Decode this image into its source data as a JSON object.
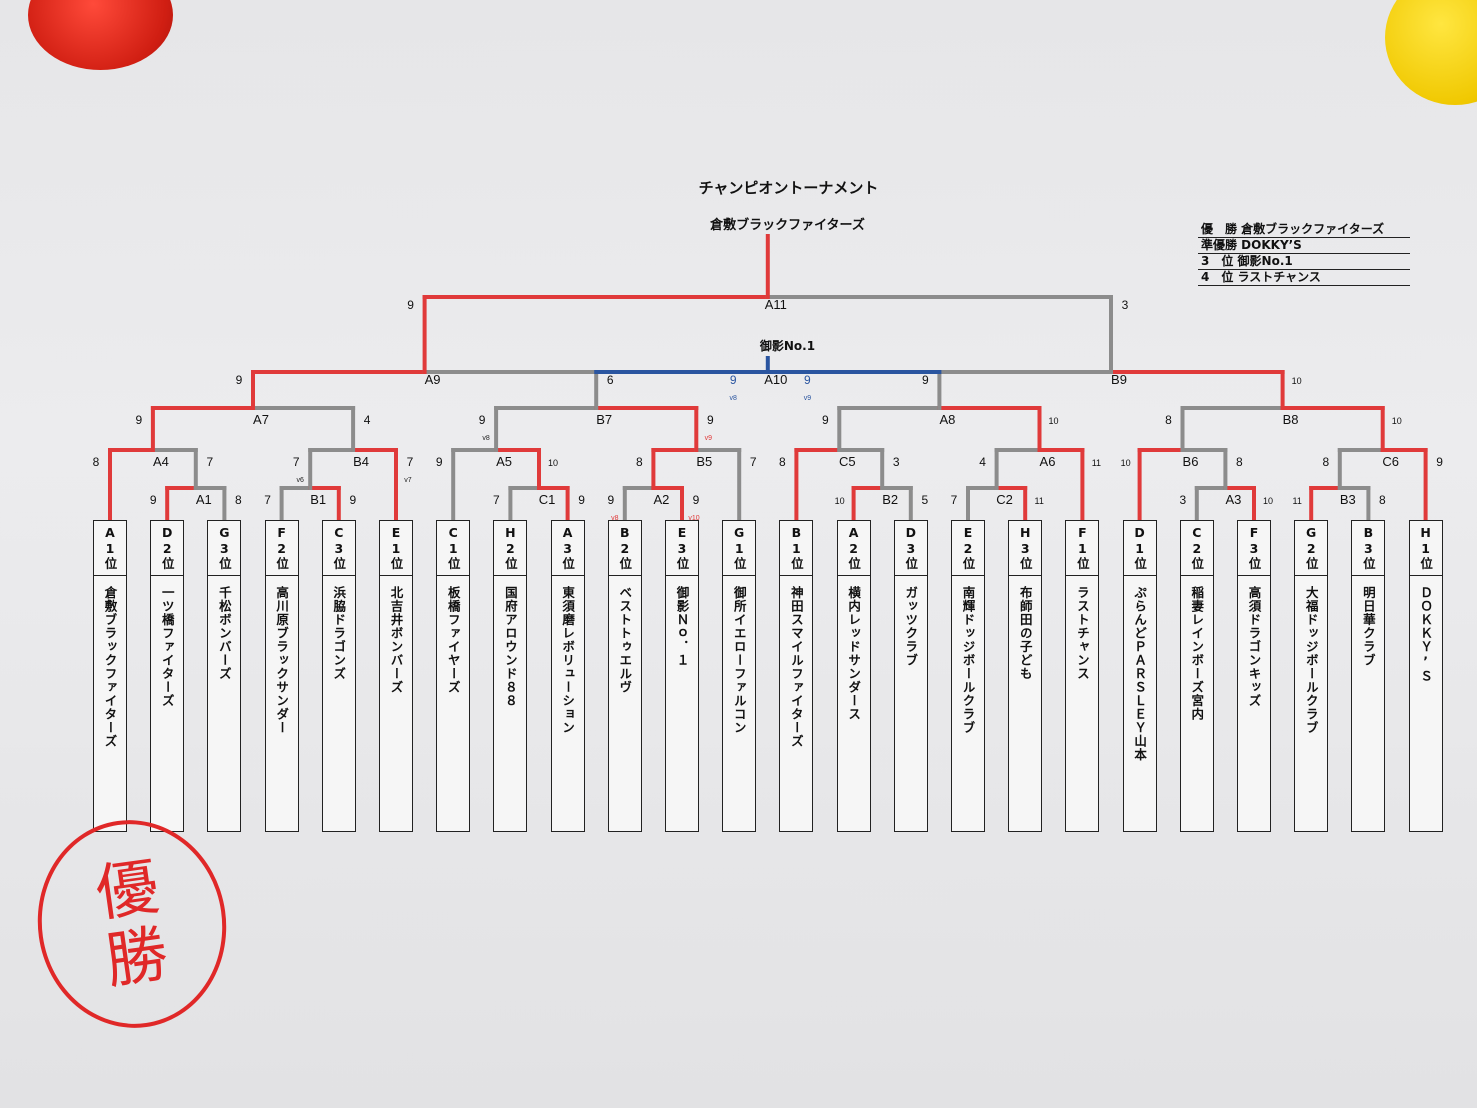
{
  "title": "チャンピオントーナメント",
  "champion": "倉敷ブラックファイターズ",
  "third_place_winner": "御影No.1",
  "stamp": [
    "優",
    "勝"
  ],
  "legend": [
    "優　勝 倉敷ブラックファイターズ",
    "準優勝 DOKKY’S",
    " 3　位 御影No.1",
    " 4　位 ラストチャンス"
  ],
  "colors": {
    "win": "#e03a3a",
    "lose": "#8c8c8c",
    "third": "#2a55a0"
  },
  "teams": [
    {
      "id": "t1",
      "seed": "A1位",
      "name": "倉敷ブラックファイターズ"
    },
    {
      "id": "t2",
      "seed": "D2位",
      "name": "一ツ橋ファイターズ"
    },
    {
      "id": "t3",
      "seed": "G3位",
      "name": "千松ボンバーズ"
    },
    {
      "id": "t4",
      "seed": "F2位",
      "name": "高川原ブラックサンダー"
    },
    {
      "id": "t5",
      "seed": "C3位",
      "name": "浜脇ドラゴンズ"
    },
    {
      "id": "t6",
      "seed": "E1位",
      "name": "北吉井ボンバーズ"
    },
    {
      "id": "t7",
      "seed": "C1位",
      "name": "板橋ファイヤーズ"
    },
    {
      "id": "t8",
      "seed": "H2位",
      "name": "国府アロウンド８８"
    },
    {
      "id": "t9",
      "seed": "A3位",
      "name": "東須磨レボリューション"
    },
    {
      "id": "t10",
      "seed": "B2位",
      "name": "ベストトゥエルヴ"
    },
    {
      "id": "t11",
      "seed": "E3位",
      "name": "御影Ｎｏ．１"
    },
    {
      "id": "t12",
      "seed": "G1位",
      "name": "御所イエローファルコン"
    },
    {
      "id": "t13",
      "seed": "B1位",
      "name": "神田スマイルファイターズ"
    },
    {
      "id": "t14",
      "seed": "A2位",
      "name": "横内レッドサンダース"
    },
    {
      "id": "t15",
      "seed": "D3位",
      "name": "ガッツクラブ"
    },
    {
      "id": "t16",
      "seed": "E2位",
      "name": "南輝ドッジボールクラブ"
    },
    {
      "id": "t17",
      "seed": "H3位",
      "name": "布師田の子ども"
    },
    {
      "id": "t18",
      "seed": "F1位",
      "name": "ラストチャンス"
    },
    {
      "id": "t19",
      "seed": "D1位",
      "name": "ぷらんどＰＡＲＳＬＥＹ山本"
    },
    {
      "id": "t20",
      "seed": "C2位",
      "name": "稲妻レインボーズ宮内"
    },
    {
      "id": "t21",
      "seed": "F3位",
      "name": "高須ドラゴンキッズ"
    },
    {
      "id": "t22",
      "seed": "G2位",
      "name": "大福ドッジボールクラブ"
    },
    {
      "id": "t23",
      "seed": "B3位",
      "name": "明日華クラブ"
    },
    {
      "id": "t24",
      "seed": "H1位",
      "name": "ＤＯＫＫＹ’Ｓ"
    }
  ],
  "matches": [
    {
      "label": "A1",
      "left": "t2",
      "right": "t3",
      "score_left": "9",
      "score_right": "8",
      "winner": "left"
    },
    {
      "label": "B1",
      "left": "t4",
      "right": "t5",
      "score_left": "7",
      "score_right": "9",
      "winner": "right"
    },
    {
      "label": "C1",
      "left": "t8",
      "right": "t9",
      "score_left": "7",
      "score_right": "9",
      "winner": "right"
    },
    {
      "label": "A2",
      "left": "t10",
      "right": "t11",
      "score_left": "9",
      "score_right": "9",
      "note_left": "v8",
      "note_right": "v10",
      "note_color": "#e03a3a",
      "winner": "right"
    },
    {
      "label": "B2",
      "left": "t14",
      "right": "t15",
      "score_left": "10",
      "score_right": "5",
      "winner": "left"
    },
    {
      "label": "C2",
      "left": "t16",
      "right": "t17",
      "score_left": "7",
      "score_right": "11",
      "winner": "right"
    },
    {
      "label": "A3",
      "left": "t20",
      "right": "t21",
      "score_left": "3",
      "score_right": "10",
      "winner": "right"
    },
    {
      "label": "B3",
      "left": "t22",
      "right": "t23",
      "score_left": "11",
      "score_right": "8",
      "winner": "left"
    },
    {
      "label": "A4",
      "left": "t1",
      "right": "A1",
      "score_left": "8",
      "score_right": "7",
      "winner": "left"
    },
    {
      "label": "B4",
      "left": "B1",
      "right": "t6",
      "score_left": "7",
      "score_right": "7",
      "note_left": "v6",
      "note_right": "v7",
      "note_color": "#222222",
      "winner": "right"
    },
    {
      "label": "A5",
      "left": "t7",
      "right": "C1",
      "score_left": "9",
      "score_right": "10",
      "winner": "right"
    },
    {
      "label": "B5",
      "left": "A2",
      "right": "t12",
      "score_left": "8",
      "score_right": "7",
      "winner": "left"
    },
    {
      "label": "C5",
      "left": "t13",
      "right": "B2",
      "score_left": "8",
      "score_right": "3",
      "winner": "left"
    },
    {
      "label": "A6",
      "left": "C2",
      "right": "t18",
      "score_left": "4",
      "score_right": "11",
      "winner": "right"
    },
    {
      "label": "B6",
      "left": "t19",
      "right": "A3",
      "score_left": "10",
      "score_right": "8",
      "winner": "left"
    },
    {
      "label": "C6",
      "left": "B3",
      "right": "t24",
      "score_left": "8",
      "score_right": "9",
      "winner": "right"
    },
    {
      "label": "A7",
      "left": "A4",
      "right": "B4",
      "score_left": "9",
      "score_right": "4",
      "winner": "left"
    },
    {
      "label": "B7",
      "left": "A5",
      "right": "B5",
      "score_left": "9",
      "score_right": "9",
      "note_left": "v8",
      "note_right": "v9",
      "note_color": "#e03a3a",
      "winner": "right"
    },
    {
      "label": "A8",
      "left": "C5",
      "right": "A6",
      "score_left": "9",
      "score_right": "10",
      "winner": "right"
    },
    {
      "label": "B8",
      "left": "B6",
      "right": "C6",
      "score_left": "8",
      "score_right": "10",
      "winner": "right"
    },
    {
      "label": "A9",
      "left": "A7",
      "right": "B7",
      "score_left": "9",
      "score_right": "6",
      "winner": "left"
    },
    {
      "label": "B9",
      "left": "A8",
      "right": "B8",
      "score_left": "9",
      "score_right": "10",
      "winner": "right"
    },
    {
      "label": "A10",
      "left": "B7",
      "right": "A8",
      "score_left": "9",
      "score_right": "9",
      "note_left": "v8",
      "note_right": "v9",
      "note_color": "#2a55a0",
      "winner": "left",
      "third_place": true
    },
    {
      "label": "A11",
      "left": "A9",
      "right": "B9",
      "score_left": "9",
      "score_right": "3",
      "winner": "left",
      "final": true
    }
  ]
}
